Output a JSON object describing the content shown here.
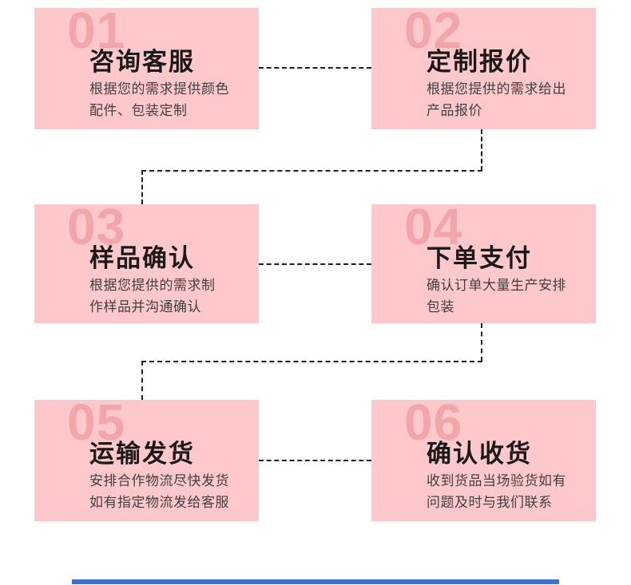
{
  "colors": {
    "card_bg": "#ffc9cc",
    "number": "#f2a6aa",
    "title": "#1a1a1a",
    "desc": "#404040",
    "connector": "#1f1f1f",
    "footer_bar": "#3a70d6"
  },
  "steps": [
    {
      "number": "01",
      "title": "咨询客服",
      "desc": "根据您的需求提供颜色\n配件、包装定制"
    },
    {
      "number": "02",
      "title": "定制报价",
      "desc": "根据您提供的需求给出\n产品报价"
    },
    {
      "number": "03",
      "title": "样品确认",
      "desc": "根据您提供的需求制\n作样品并沟通确认"
    },
    {
      "number": "04",
      "title": "下单支付",
      "desc": "确认订单大量生产安排\n包装"
    },
    {
      "number": "05",
      "title": "运输发货",
      "desc": "安排合作物流尽快发货\n如有指定物流发给客服"
    },
    {
      "number": "06",
      "title": "确认收货",
      "desc": "收到货品当场验货如有\n问题及时与我们联系"
    }
  ]
}
